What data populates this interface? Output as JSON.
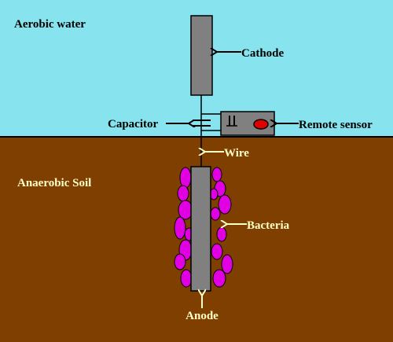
{
  "colors": {
    "water": "#87e3ee",
    "soil": "#7f3f00",
    "electrode": "#808080",
    "bacteria": "#e100e1",
    "sensor_led": "#e10000",
    "label_dark": "#000000",
    "label_light": "#ffffc8"
  },
  "regions": {
    "water_label": "Aerobic water",
    "soil_label": "Anaerobic Soil"
  },
  "labels": {
    "cathode": "Cathode",
    "capacitor": "Capacitor",
    "remote_sensor": "Remote sensor",
    "wire": "Wire",
    "bacteria": "Bacteria",
    "anode": "Anode"
  }
}
